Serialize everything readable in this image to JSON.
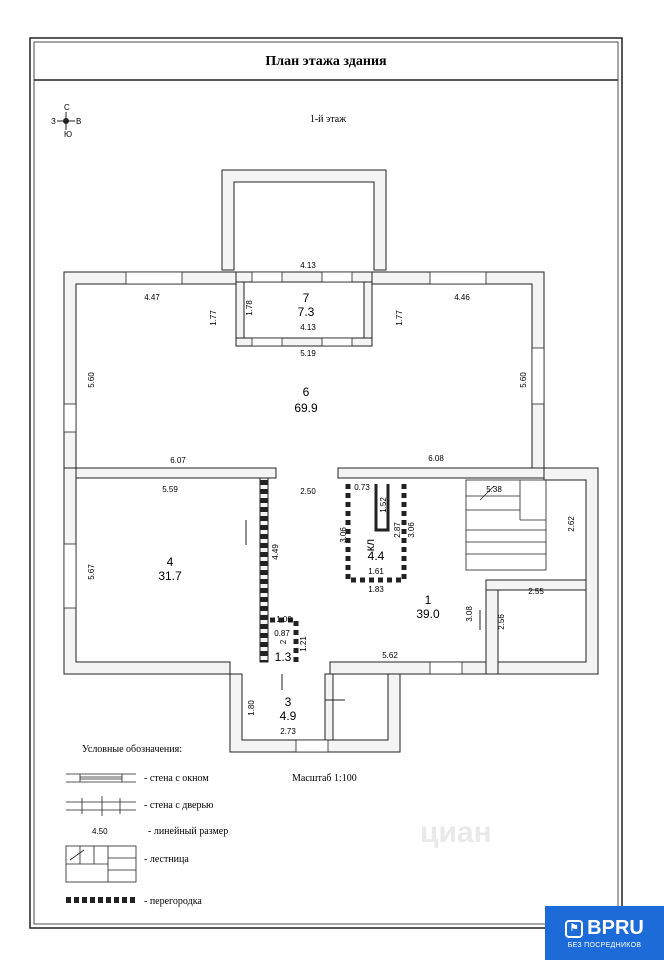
{
  "title": "План этажа  здания",
  "floor_label": "1-й этаж",
  "compass": {
    "n": "С",
    "s": "Ю",
    "w": "З",
    "e": "В"
  },
  "rooms": {
    "r7": {
      "num": "7",
      "area": "7.3"
    },
    "r6": {
      "num": "6",
      "area": "69.9"
    },
    "r4": {
      "num": "4",
      "area": "31.7"
    },
    "r1": {
      "num": "1",
      "area": "39.0"
    },
    "kl": {
      "num": "кл",
      "area": "4.4"
    },
    "r2": {
      "num": "2",
      "area": "1.3"
    },
    "r3": {
      "num": "3",
      "area": "4.9"
    }
  },
  "dims": {
    "d413a": "4.13",
    "d447": "4.47",
    "d446": "4.46",
    "d177a": "1.77",
    "d178": "1.78",
    "d413b": "4.13",
    "d177b": "1.77",
    "d519": "5.19",
    "d560a": "5.60",
    "d560b": "5.60",
    "d607": "6.07",
    "d608": "6.08",
    "d559": "5.59",
    "d250": "2.50",
    "d073": "0.73",
    "d538": "5.38",
    "d567": "5.67",
    "d449": "4.49",
    "d306a": "3.06",
    "d152": "1.52",
    "d287": "2.87",
    "d306b": "3.06",
    "d262": "2.62",
    "d161": "1.61",
    "d183": "1.83",
    "d255": "2.55",
    "d308": "3.08",
    "d256": "2.56",
    "d100": "1.00",
    "d087": "0.87",
    "d121": "1.21",
    "d562": "5.62",
    "d180": "1.80",
    "d273": "2.73"
  },
  "legend": {
    "heading": "Условные обозначения:",
    "window": "- стена с окном",
    "door": "- стена с дверью",
    "dim_sample": "4.50",
    "dim": "- линейный размер",
    "stairs": "- лестница",
    "partition": "- перегородка"
  },
  "scale": "Масштаб 1:100",
  "watermark": "циан",
  "badge": {
    "brand": "BPRU",
    "sub": "БЕЗ ПОСРЕДНИКОВ"
  }
}
